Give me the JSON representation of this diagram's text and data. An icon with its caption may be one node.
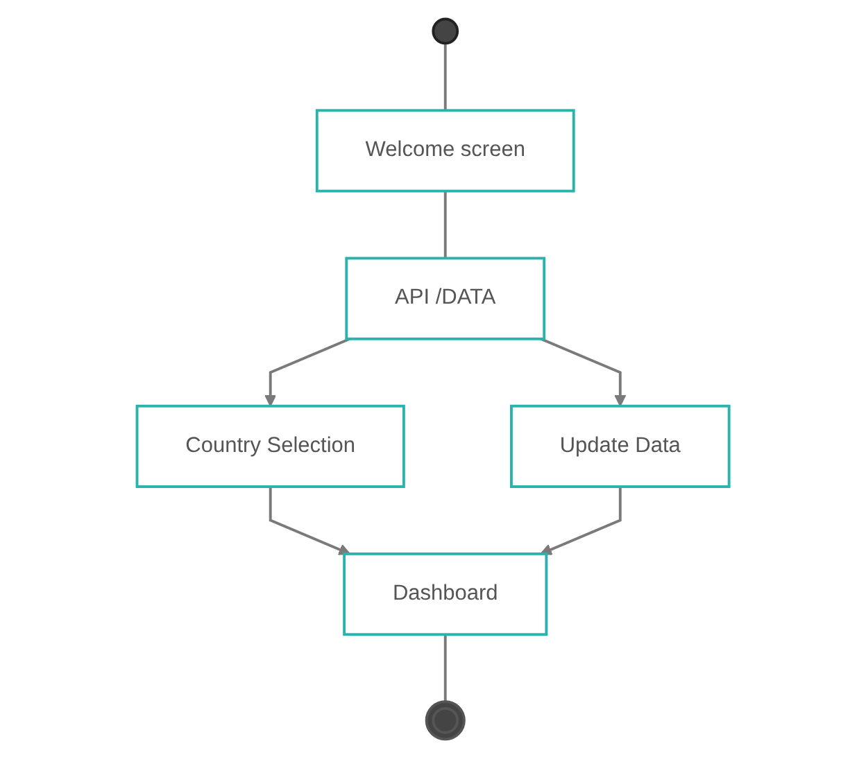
{
  "diagram": {
    "nodes": [
      {
        "text": [],
        "shape": "circle"
      },
      {
        "text": [
          "Welcome screen"
        ]
      },
      {
        "text": [
          "API /DATA"
        ]
      },
      {
        "text": [
          "Country Selection"
        ]
      },
      {
        "text": [
          "Update Data"
        ]
      },
      {
        "text": [
          "Dashboard"
        ]
      },
      {
        "text": [],
        "shape": "circle"
      }
    ],
    "edges": [
      {
        "from": 0,
        "to": 1,
        "arrow": "none"
      },
      {
        "from": 1,
        "to": 2,
        "arrow": "none"
      },
      {
        "from": 2,
        "to": 3,
        "arrow": "to"
      },
      {
        "from": 2,
        "to": 4,
        "arrow": "to"
      },
      {
        "from": 3,
        "to": 5,
        "arrow": "to"
      },
      {
        "from": 4,
        "to": 5,
        "arrow": "to"
      },
      {
        "from": 5,
        "to": 6,
        "arrow": "none"
      }
    ]
  }
}
